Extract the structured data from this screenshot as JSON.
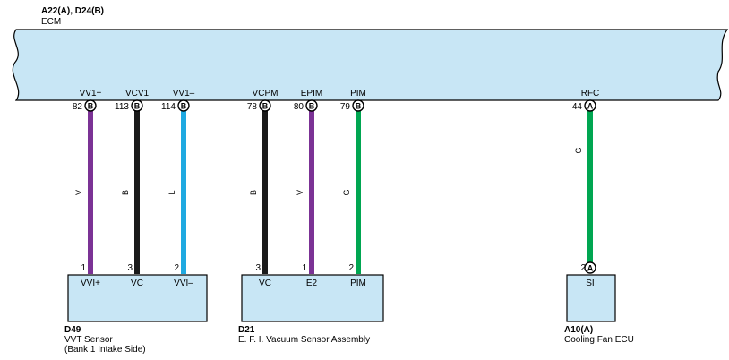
{
  "ecm": {
    "connector_title": "A22(A), D24(B)",
    "name": "ECM"
  },
  "colors": {
    "panel_fill": "#c8e6f5",
    "violet": "#7b3295",
    "black": "#1a1a1a",
    "light_blue": "#1fa9e1",
    "green": "#00a651"
  },
  "wires": [
    {
      "id": "vv1p",
      "terminal_label": "VV1+",
      "pin": "82",
      "conn": "B",
      "color_code": "V",
      "color": "violet",
      "comp_pin": "1",
      "comp_label": "VVI+"
    },
    {
      "id": "vcv1",
      "terminal_label": "VCV1",
      "pin": "113",
      "conn": "B",
      "color_code": "B",
      "color": "black",
      "comp_pin": "3",
      "comp_label": "VC"
    },
    {
      "id": "vv1m",
      "terminal_label": "VV1–",
      "pin": "114",
      "conn": "B",
      "color_code": "L",
      "color": "light_blue",
      "comp_pin": "2",
      "comp_label": "VVI–"
    },
    {
      "id": "vcpm",
      "terminal_label": "VCPM",
      "pin": "78",
      "conn": "B",
      "color_code": "B",
      "color": "black",
      "comp_pin": "3",
      "comp_label": "VC"
    },
    {
      "id": "epim",
      "terminal_label": "EPIM",
      "pin": "80",
      "conn": "B",
      "color_code": "V",
      "color": "violet",
      "comp_pin": "1",
      "comp_label": "E2"
    },
    {
      "id": "pim",
      "terminal_label": "PIM",
      "pin": "79",
      "conn": "B",
      "color_code": "G",
      "color": "green",
      "comp_pin": "2",
      "comp_label": "PIM"
    },
    {
      "id": "rfc",
      "terminal_label": "RFC",
      "pin": "44",
      "conn": "A",
      "color_code": "G",
      "color": "green",
      "comp_pin": "2",
      "comp_label": "SI",
      "comp_conn": "A"
    }
  ],
  "components": [
    {
      "id": "d49",
      "code": "D49",
      "line1": "VVT Sensor",
      "line2": "(Bank 1 Intake Side)"
    },
    {
      "id": "d21",
      "code": "D21",
      "line1": "E. F. I.  Vacuum Sensor Assembly",
      "line2": ""
    },
    {
      "id": "a10",
      "code": "A10(A)",
      "line1": "Cooling Fan ECU",
      "line2": ""
    }
  ]
}
